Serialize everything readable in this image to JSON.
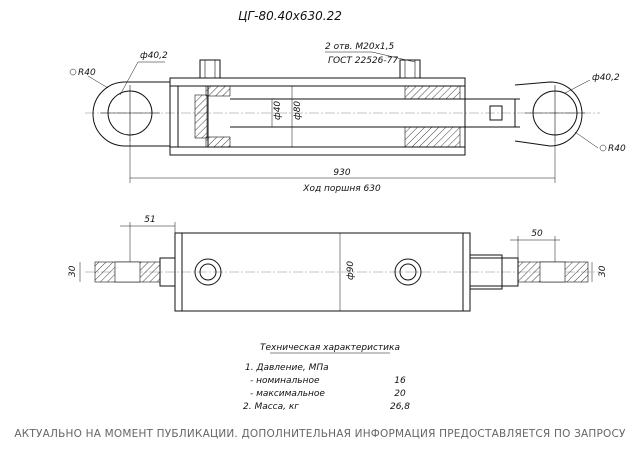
{
  "drawing": {
    "title": "ЦГ-80.40х630.22",
    "top_view": {
      "port_note_1": "2 отв. М20х1,5",
      "port_note_2": "ГОСТ 22526-77",
      "eye_left_dia": "ф40,2",
      "eye_left_radius": "R40",
      "eye_right_dia": "ф40,2",
      "eye_right_radius": "R40",
      "rod_dia": "ф40",
      "bore_dia": "ф80",
      "total_length": "930",
      "stroke_label": "Ход поршня 630"
    },
    "bottom_view": {
      "dim_left": "51",
      "dim_right": "50",
      "width_left": "30",
      "width_right": "30",
      "body_dia": "ф90"
    },
    "specs": {
      "heading": "Техническая характеристика",
      "rows": [
        {
          "label": "1. Давление, МПа",
          "value": ""
        },
        {
          "label": "- номинальное",
          "value": "16"
        },
        {
          "label": "- максимальное",
          "value": "20"
        },
        {
          "label": "2. Масса, кг",
          "value": "26,8"
        }
      ]
    }
  },
  "footer_text": "АКТУАЛЬНО НА МОМЕНТ ПУБЛИКАЦИИ. ДОПОЛНИТЕЛЬНАЯ ИНФОРМАЦИЯ ПРЕДОСТАВЛЯЕТСЯ ПО ЗАПРОСУ"
}
